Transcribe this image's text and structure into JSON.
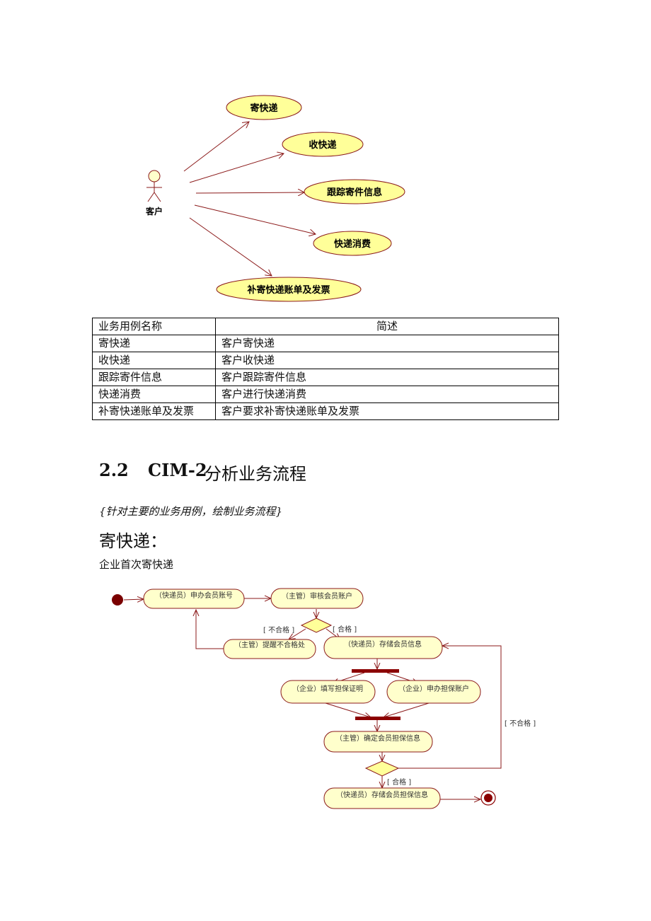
{
  "usecase_diagram": {
    "actor": "客户",
    "usecases": [
      "寄快递",
      "收快递",
      "跟踪寄件信息",
      "快递消费",
      "补寄快递账单及发票"
    ]
  },
  "usecase_table": {
    "headers": [
      "业务用例名称",
      "简述"
    ],
    "rows": [
      [
        "寄快递",
        "客户寄快递"
      ],
      [
        "收快递",
        "客户收快递"
      ],
      [
        "跟踪寄件信息",
        "客户跟踪寄件信息"
      ],
      [
        "快递消费",
        "客户进行快递消费"
      ],
      [
        "补寄快递账单及发票",
        "客户要求补寄快递账单及发票"
      ]
    ]
  },
  "section": {
    "number": "2.2",
    "code": "CIM-2",
    "title": "分析业务流程",
    "note": "{针对主要的业务用例，绘制业务流程}",
    "subheading": "寄快递：",
    "caption": "企业首次寄快递"
  },
  "activity_diagram": {
    "activities": {
      "apply_account": "（快递员）申办会员账号",
      "review_account": "（主管）审核会员账户",
      "remind_fail": "（主管）提醒不合格处",
      "store_member": "（快递员）存储会员信息",
      "fill_guarantee": "（企业）填写担保证明",
      "apply_guarantee": "（企业）申办担保账户",
      "confirm_guarantee": "（主管）确定会员担保信息",
      "store_guarantee": "（快递员）存储会员担保信息"
    },
    "guards": {
      "fail_1": "[ 不合格 ]",
      "pass_1": "[ 合格 ]",
      "fail_2": "[ 不合格 ]",
      "pass_2": "[ 合格 ]"
    }
  }
}
